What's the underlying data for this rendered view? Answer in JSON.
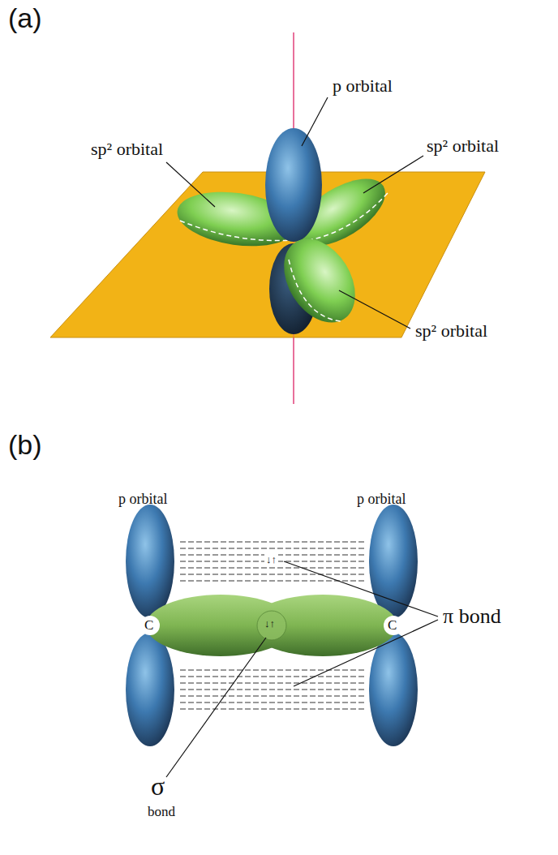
{
  "diagram": {
    "labels": [
      "(a)",
      "p orbital",
      "sp² orbital",
      "sp² orbital",
      "sp² orbital",
      "(b)",
      "p orbital",
      "p orbital",
      "C",
      "C",
      "↓↑",
      "↓↑",
      "π bond",
      "σ",
      "bond"
    ]
  }
}
